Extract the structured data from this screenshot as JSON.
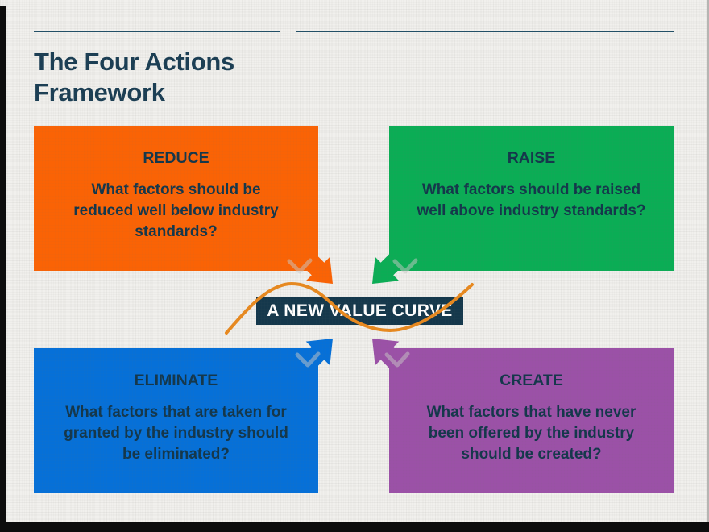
{
  "slide": {
    "title": "The Four Actions\nFramework",
    "center_label": "A NEW VALUE CURVE",
    "quadrants": [
      {
        "label": "REDUCE",
        "question": "What factors should be\nreduced well below industry\nstandards?",
        "color": "#fa6305"
      },
      {
        "label": "RAISE",
        "question": "What factors should be raised\nwell above industry standards?",
        "color": "#0bad55"
      },
      {
        "label": "ELIMINATE",
        "question": "What factors that are taken for\ngranted by the industry should\nbe eliminated?",
        "color": "#0670d8"
      },
      {
        "label": "CREATE",
        "question": "What factors that have never\nbeen offered by the industry\nshould be created?",
        "color": "#9b51a7"
      }
    ],
    "colors": {
      "background": "#f1f0ed",
      "text": "#14374b",
      "title": "#1b3e54",
      "rule": "#204e66",
      "center_box": "#15384c",
      "center_text": "#ffffff",
      "curve": "#e8891f",
      "chevron": "#c9c9c7",
      "frame": "#0d0d0d"
    }
  }
}
